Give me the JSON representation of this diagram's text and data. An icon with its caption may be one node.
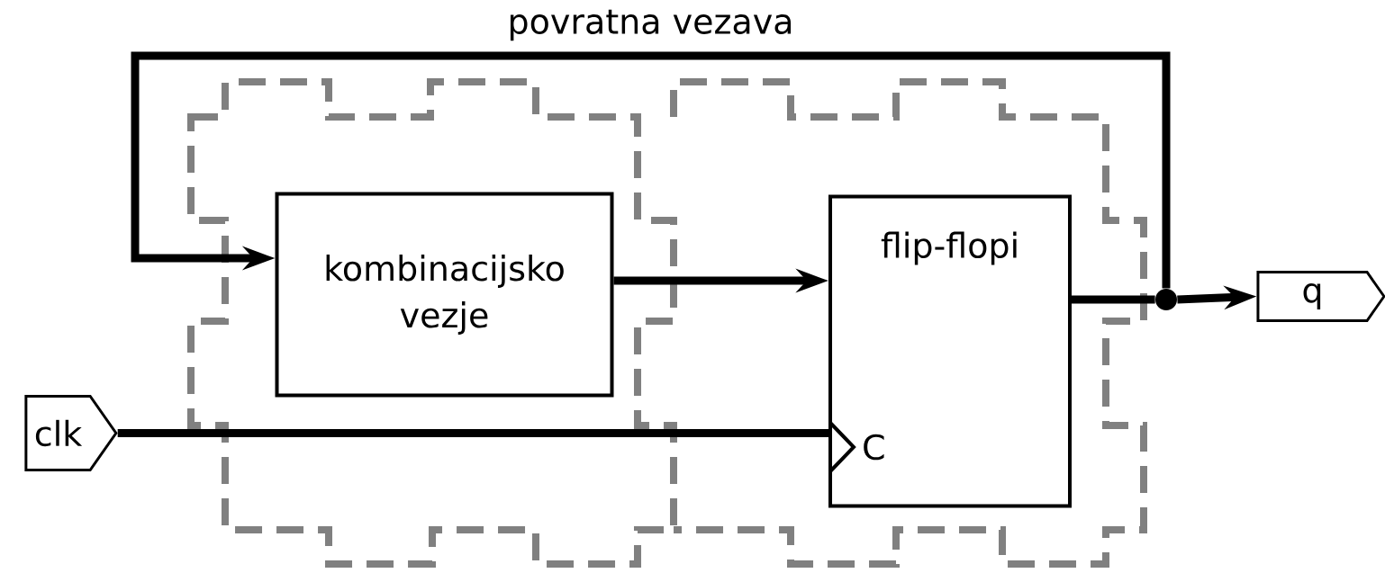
{
  "diagram": {
    "nodes": [
      {
        "text": [
          "kombinacijsko vezje"
        ]
      },
      {
        "text": [
          "flip-flopi",
          "C"
        ]
      },
      {
        "text": [
          "clk"
        ]
      },
      {
        "text": [
          "q"
        ]
      },
      {
        "text": [],
        "shape": "circle"
      }
    ],
    "edges": [
      {
        "from": 0,
        "to": 1,
        "arrow": "to"
      },
      {
        "from": 1,
        "to": 4,
        "arrow": "none"
      },
      {
        "from": 4,
        "to": 3,
        "arrow": "to"
      },
      {
        "from": 4,
        "to": 0,
        "arrow": "to",
        "label": "povratna vezava"
      },
      {
        "from": 2,
        "to": 1,
        "arrow": "none"
      }
    ]
  }
}
